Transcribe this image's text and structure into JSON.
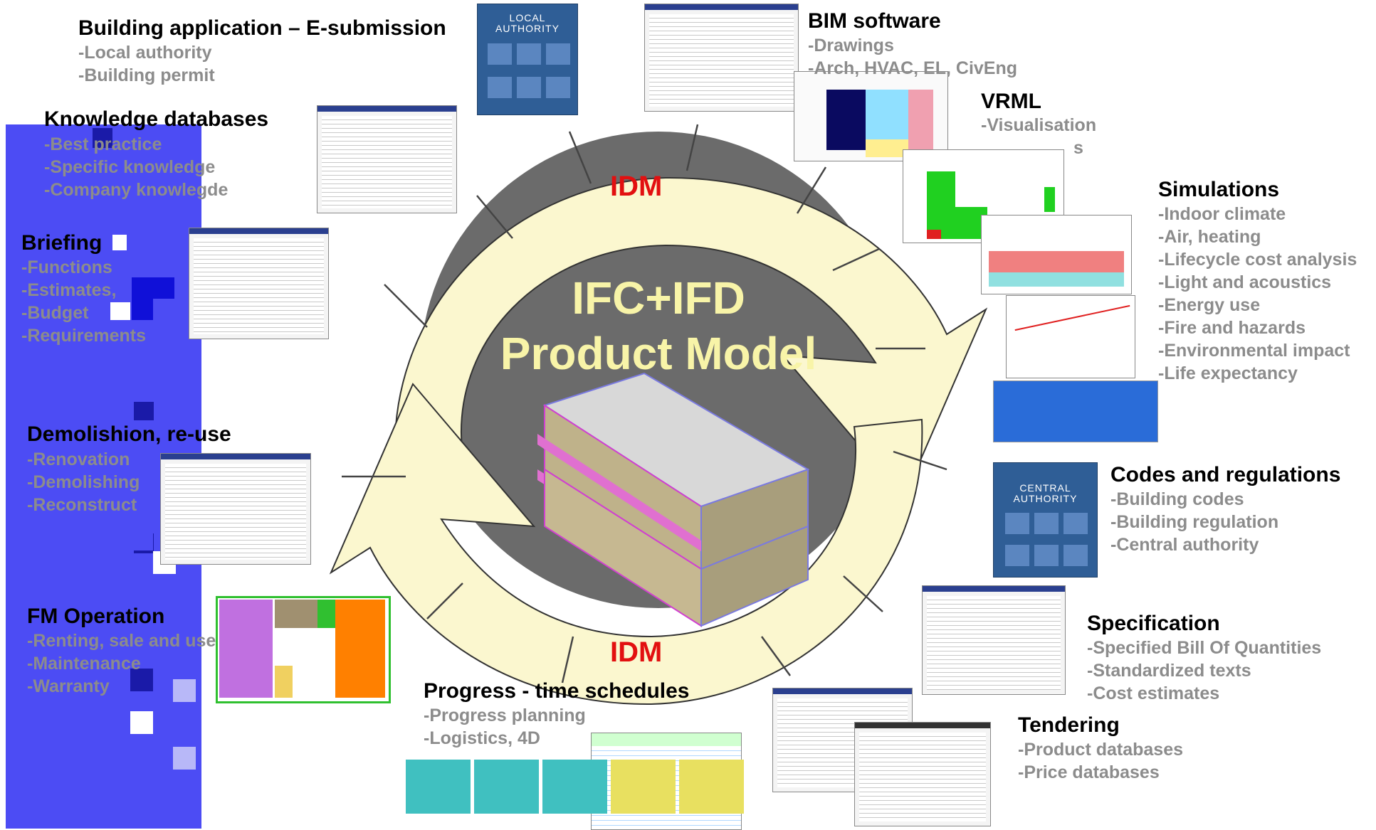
{
  "center": {
    "line1": "IFC+IFD",
    "line2": "Product Model"
  },
  "idm_labels": [
    "IDM",
    "IDM"
  ],
  "authorities": {
    "local": "LOCAL AUTHORITY",
    "central": "CENTRAL AUTHORITY"
  },
  "sections": {
    "building_application": {
      "title": "Building application – E-submission",
      "items": [
        "-Local authority",
        "-Building permit"
      ]
    },
    "bim_software": {
      "title": "BIM software",
      "items": [
        "-Drawings",
        "-Arch, HVAC, EL, CivEng"
      ]
    },
    "vrml": {
      "title": "VRML",
      "items": [
        "-Visualisation",
        "s"
      ]
    },
    "knowledge": {
      "title": "Knowledge databases",
      "items": [
        "-Best practice",
        "-Specific knowledge",
        "-Company knowlegde"
      ]
    },
    "briefing": {
      "title": "Briefing",
      "items": [
        "-Functions",
        "-Estimates,",
        "-Budget",
        "-Requirements"
      ]
    },
    "simulations": {
      "title": "Simulations",
      "items": [
        "-Indoor climate",
        "-Air, heating",
        "-Lifecycle cost analysis",
        "-Light and acoustics",
        "-Energy use",
        "-Fire and hazards",
        "-Environmental impact",
        "-Life expectancy"
      ]
    },
    "demolishion": {
      "title": "Demolishion, re-use",
      "items": [
        "-Renovation",
        "-Demolishing",
        "-Reconstruct"
      ]
    },
    "codes": {
      "title": "Codes and regulations",
      "items": [
        "-Building codes",
        "-Building regulation",
        "-Central authority"
      ]
    },
    "fm": {
      "title": "FM Operation",
      "items": [
        "-Renting, sale and use",
        "-Maintenance",
        "-Warranty"
      ]
    },
    "specification": {
      "title": "Specification",
      "items": [
        "-Specified Bill Of Quantities",
        "-Standardized texts",
        "-Cost estimates"
      ]
    },
    "progress": {
      "title": "Progress - time schedules",
      "items": [
        "-Progress planning",
        "-Logistics, 4D"
      ]
    },
    "tendering": {
      "title": "Tendering",
      "items": [
        "-Product databases",
        "-Price databases"
      ]
    }
  },
  "colors": {
    "idm": "#e21010",
    "arrow_fill": "#fbf7cf",
    "center_disc": "#6b6b6b",
    "center_text": "#f8f4a8",
    "accent_blue": "#3a3af0",
    "item_gray": "#8c8c8c"
  }
}
